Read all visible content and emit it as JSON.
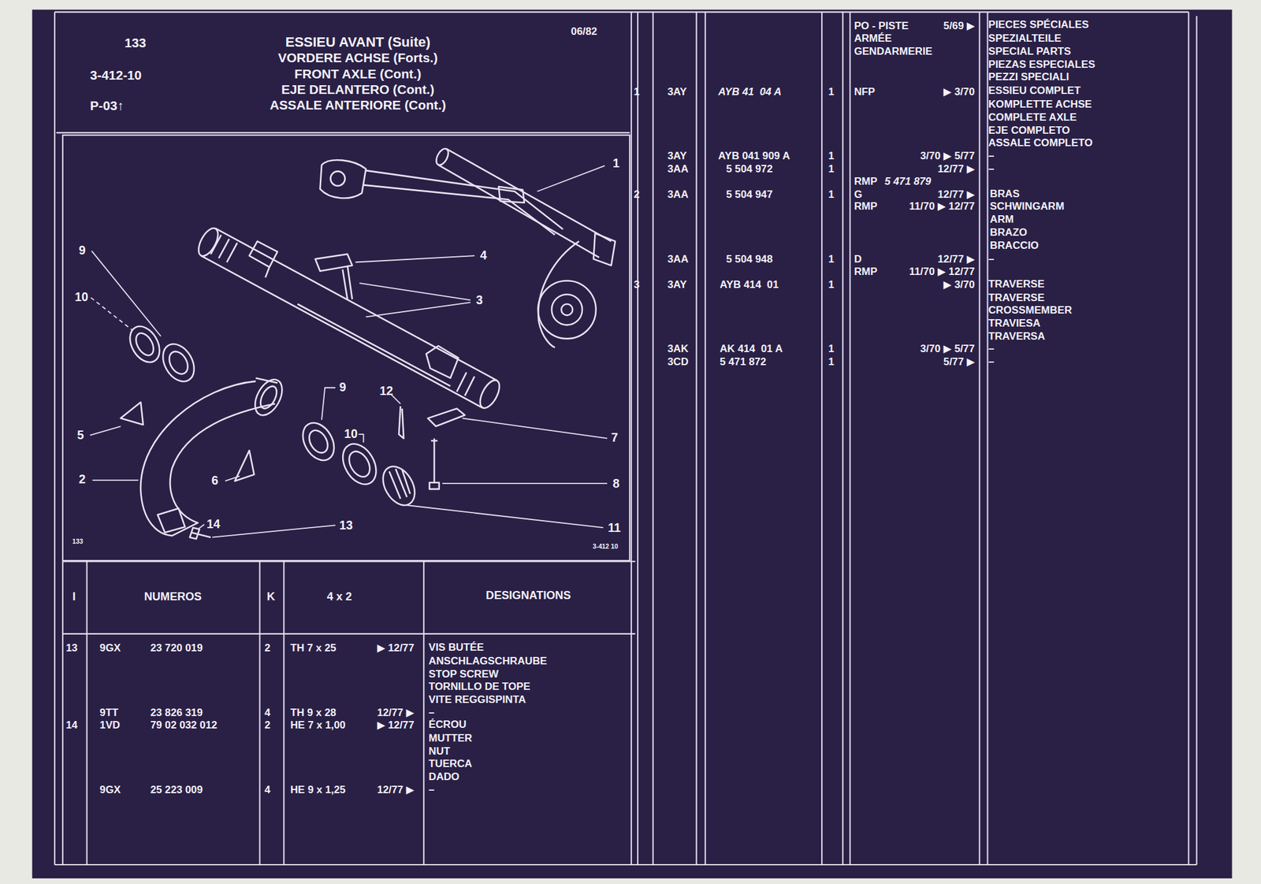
{
  "diagram": {
    "title": "ESSIEU AVANT (Suite)",
    "labels": [
      "133",
      "3-412-10",
      "P-03↑",
      "VORDERE ACHSE (Forts.)",
      "FRONT AXLE (Cont.)",
      "EJE DELANTERO (Cont.)",
      "ASSALE ANTERIORE (Cont.)",
      "06/82",
      "1",
      "4",
      "3",
      "9",
      "10",
      "9",
      "12",
      "7",
      "5",
      "10",
      "2",
      "6",
      "8",
      "11",
      "14",
      "13",
      "133",
      "3-412 10",
      "I",
      "NUMEROS",
      "K",
      "4 x 2",
      "DESIGNATIONS",
      "13",
      "9GX",
      "23 720 019",
      "2",
      "TH 7 x 25",
      "▶ 12/77",
      "VIS BUTÉE",
      "ANSCHLAGSCHRAUBE",
      "STOP SCREW",
      "TORNILLO DE TOPE",
      "VITE REGGISPINTA",
      "9TT",
      "23 826 319",
      "4",
      "TH 9 x 28",
      "12/77 ▶",
      "–",
      "14",
      "1VD",
      "79 02 032 012",
      "2",
      "HE 7 x 1,00",
      "▶ 12/77",
      "ÉCROU",
      "MUTTER",
      "NUT",
      "TUERCA",
      "DADO",
      "9GX",
      "25 223 009",
      "4",
      "HE 9 x 1,25",
      "12/77 ▶",
      "–",
      "PO - PISTE",
      "5/69 ▶",
      "ARMÉE",
      "GENDARMERIE",
      "PIECES SPÉCIALES",
      "SPEZIALTEILE",
      "SPECIAL PARTS",
      "PIEZAS ESPECIALES",
      "PEZZI SPECIALI",
      "1",
      "3AY",
      "AYB 41  04 A",
      "1",
      "NFP",
      "▶ 3/70",
      "ESSIEU COMPLET",
      "KOMPLETTE ACHSE",
      "COMPLETE AXLE",
      "EJE COMPLETO",
      "ASSALE COMPLETO",
      "3AY",
      "AYB 041 909 A",
      "1",
      "3/70 ▶ 5/77",
      "–",
      "3AA",
      "5 504 972",
      "1",
      "12/77 ▶",
      "–",
      "RMP",
      "5 471 879",
      "2",
      "3AA",
      "5 504 947",
      "1",
      "G",
      "12/77 ▶",
      "BRAS",
      "RMP",
      "11/70 ▶ 12/77",
      "SCHWINGARM",
      "ARM",
      "BRAZO",
      "BRACCIO",
      "3AA",
      "5 504 948",
      "1",
      "D",
      "12/77 ▶",
      "–",
      "RMP",
      "11/70 ▶ 12/77",
      "3",
      "3AY",
      "AYB 414  01",
      "1",
      "▶ 3/70",
      "TRAVERSE",
      "TRAVERSE",
      "CROSSMEMBER",
      "TRAVIESA",
      "TRAVERSA",
      "3AK",
      "AK 414  01 A",
      "1",
      "3/70 ▶ 5/77",
      "–",
      "3CD",
      "5 471 872",
      "1",
      "5/77 ▶",
      "–"
    ]
  }
}
